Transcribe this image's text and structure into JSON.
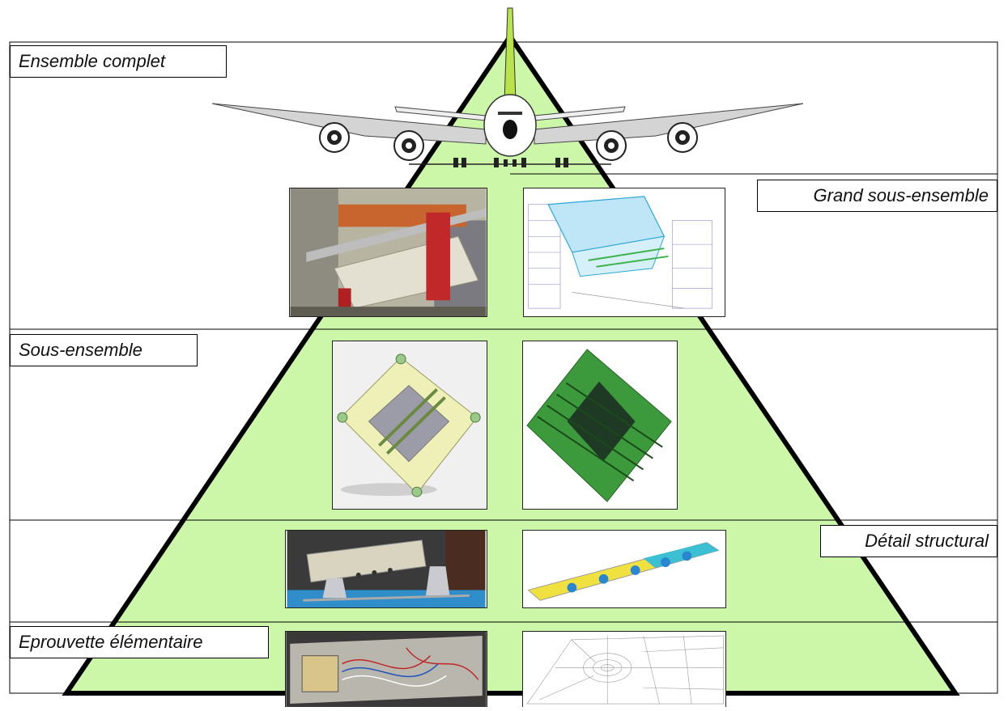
{
  "levels": {
    "full_assembly": "Ensemble complet",
    "major_subassembly": "Grand sous-ensemble",
    "subassembly": "Sous-ensemble",
    "structural_detail": "Détail structural",
    "elementary_specimen": "Eprouvette élémentaire"
  },
  "colors": {
    "pyramid_fill": "#ccf7a8",
    "pyramid_stroke": "#000000",
    "tail_fin": "#b9e34a",
    "aircraft_body": "#ffffff",
    "wing": "#d9d9d9"
  }
}
